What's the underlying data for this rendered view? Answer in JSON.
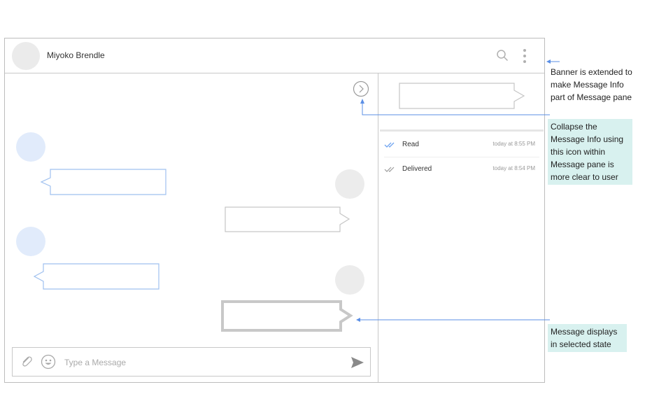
{
  "header": {
    "contact_name": "Miyoko Brendle",
    "icons": [
      "avatar",
      "search-icon",
      "more-vertical-icon"
    ]
  },
  "info": {
    "receipts": [
      {
        "status": "Read",
        "time": "today at 8:55 PM",
        "icon": "double-check-icon",
        "color": "#6fa3f0"
      },
      {
        "status": "Delivered",
        "time": "today at 8:54 PM",
        "icon": "double-check-icon",
        "color": "#9a9a9a"
      }
    ]
  },
  "composer": {
    "placeholder": "Type a Message",
    "icons": [
      "attach-icon",
      "emoji-icon",
      "send-icon"
    ]
  },
  "annotations": {
    "banner": "Banner is extended to make Message Info part of Message pane",
    "collapse": "Collapse the Message Info using this icon within Message pane is more clear to user",
    "selected": "Message displays in selected state"
  },
  "colors": {
    "incoming_bubble": "#9fc0ef",
    "annotation_bg": "#d8f1ef",
    "arrow": "#5b8fe6",
    "selected_outline": "#c8c8c8"
  }
}
